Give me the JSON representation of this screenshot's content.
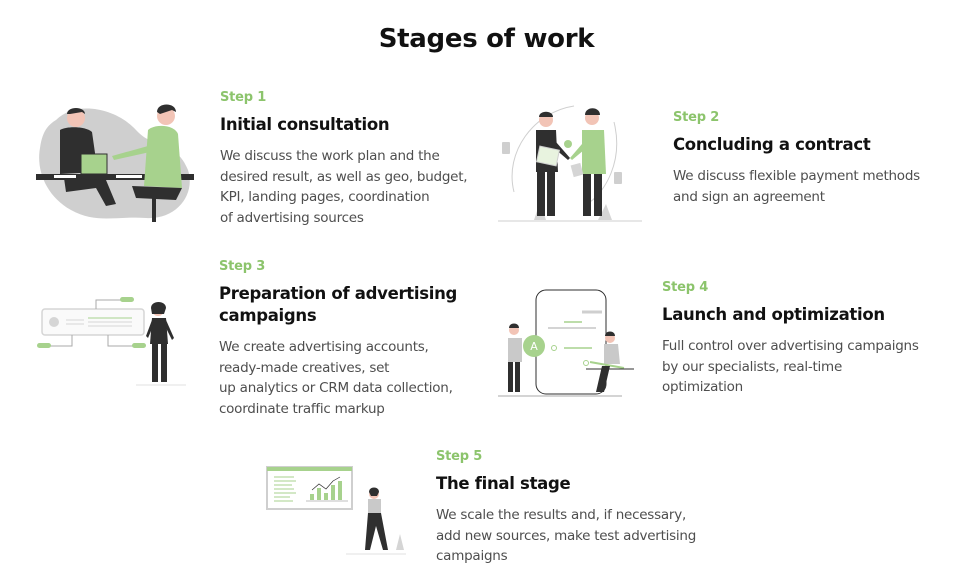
{
  "page": {
    "title": "Stages of work"
  },
  "colors": {
    "accent_green": "#8cc46c",
    "illustration_green": "#a7d28d",
    "dark_figure": "#2f2f2f",
    "light_gray": "#c9c9c9",
    "body_text": "#4e4e4e"
  },
  "steps": [
    {
      "label": "Step 1",
      "title": "Initial consultation",
      "description_lines": [
        "We discuss the work plan and the",
        "desired result, as well as geo, budget,",
        "KPI, landing pages, coordination",
        "of advertising sources"
      ],
      "illustration": "two-people-meeting-at-table-illustration"
    },
    {
      "label": "Step 2",
      "title": "Concluding a contract",
      "description_lines": [
        "We discuss flexible payment methods",
        "and sign an agreement"
      ],
      "illustration": "handshake-contract-illustration"
    },
    {
      "label": "Step 3",
      "title_lines": [
        "Preparation of advertising",
        "campaigns"
      ],
      "description_lines": [
        "We create advertising accounts,",
        "ready-made creatives, set",
        "up analytics or CRM data collection,",
        "coordinate traffic markup"
      ],
      "illustration": "woman-with-ad-card-illustration"
    },
    {
      "label": "Step 4",
      "title": "Launch and optimization",
      "description_lines": [
        "Full control over advertising campaigns",
        "by our specialists, real-time",
        "optimization"
      ],
      "illustration": "phone-with-people-illustration"
    },
    {
      "label": "Step 5",
      "title": "The final stage",
      "description_lines": [
        "We scale the results and, if necessary,",
        "add new sources, make test advertising",
        "campaigns"
      ],
      "illustration": "woman-with-chart-dashboard-illustration"
    }
  ]
}
